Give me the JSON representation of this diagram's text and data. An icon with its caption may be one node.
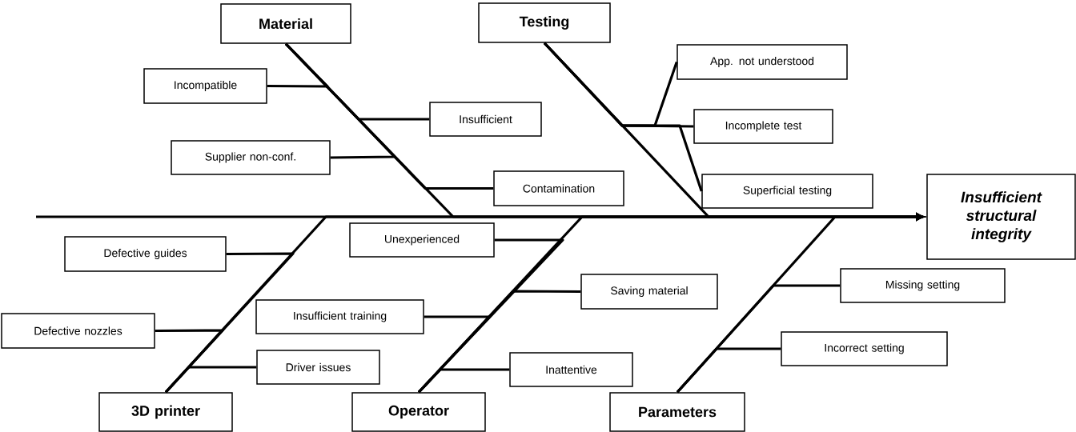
{
  "diagram": {
    "nodes": [
      {
        "text": [
          "Material"
        ]
      },
      {
        "text": [
          "Testing"
        ]
      },
      {
        "text": [
          "Incompatible"
        ]
      },
      {
        "text": [
          "Insufficient"
        ]
      },
      {
        "text": [
          "Supplier non-conf."
        ]
      },
      {
        "text": [
          "Contamination"
        ]
      },
      {
        "text": [
          "App. not understood"
        ]
      },
      {
        "text": [
          "Incomplete test"
        ]
      },
      {
        "text": [
          "Superficial testing"
        ]
      },
      {
        "text": [
          "Insufficient structural integrity"
        ]
      },
      {
        "text": [
          "Unexperienced"
        ]
      },
      {
        "text": [
          "Defective guides"
        ]
      },
      {
        "text": [
          "Saving material"
        ]
      },
      {
        "text": [
          "Insufficient training"
        ]
      },
      {
        "text": [
          "Defective nozzles"
        ]
      },
      {
        "text": [
          "Missing setting"
        ]
      },
      {
        "text": [
          "Driver issues"
        ]
      },
      {
        "text": [
          "Inattentive"
        ]
      },
      {
        "text": [
          "Incorrect setting"
        ]
      },
      {
        "text": [
          "3D printer"
        ]
      },
      {
        "text": [
          "Operator"
        ]
      },
      {
        "text": [
          "Parameters"
        ]
      }
    ],
    "edges": [
      {
        "from": null,
        "to": 9,
        "arrow": "to"
      },
      {
        "from": 0,
        "to": 9,
        "arrow": "to"
      },
      {
        "from": 1,
        "to": 9,
        "arrow": "to"
      },
      {
        "from": 19,
        "to": 9,
        "arrow": "to"
      },
      {
        "from": 20,
        "to": 9,
        "arrow": "to"
      },
      {
        "from": 21,
        "to": 9,
        "arrow": "to"
      },
      {
        "from": 2,
        "to": 0,
        "arrow": "none"
      },
      {
        "from": 3,
        "to": 0,
        "arrow": "none"
      },
      {
        "from": 4,
        "to": 0,
        "arrow": "none"
      },
      {
        "from": 5,
        "to": 0,
        "arrow": "none"
      },
      {
        "from": 6,
        "to": 1,
        "arrow": "none"
      },
      {
        "from": 7,
        "to": 1,
        "arrow": "none"
      },
      {
        "from": 8,
        "to": 1,
        "arrow": "none"
      },
      {
        "from": 10,
        "to": 20,
        "arrow": "none"
      },
      {
        "from": 11,
        "to": 19,
        "arrow": "none"
      },
      {
        "from": 12,
        "to": 20,
        "arrow": "none"
      },
      {
        "from": 13,
        "to": 20,
        "arrow": "none"
      },
      {
        "from": 14,
        "to": 19,
        "arrow": "none"
      },
      {
        "from": 15,
        "to": 21,
        "arrow": "none"
      },
      {
        "from": 16,
        "to": 19,
        "arrow": "none"
      },
      {
        "from": 17,
        "to": 20,
        "arrow": "none"
      },
      {
        "from": 18,
        "to": 21,
        "arrow": "none"
      }
    ]
  }
}
